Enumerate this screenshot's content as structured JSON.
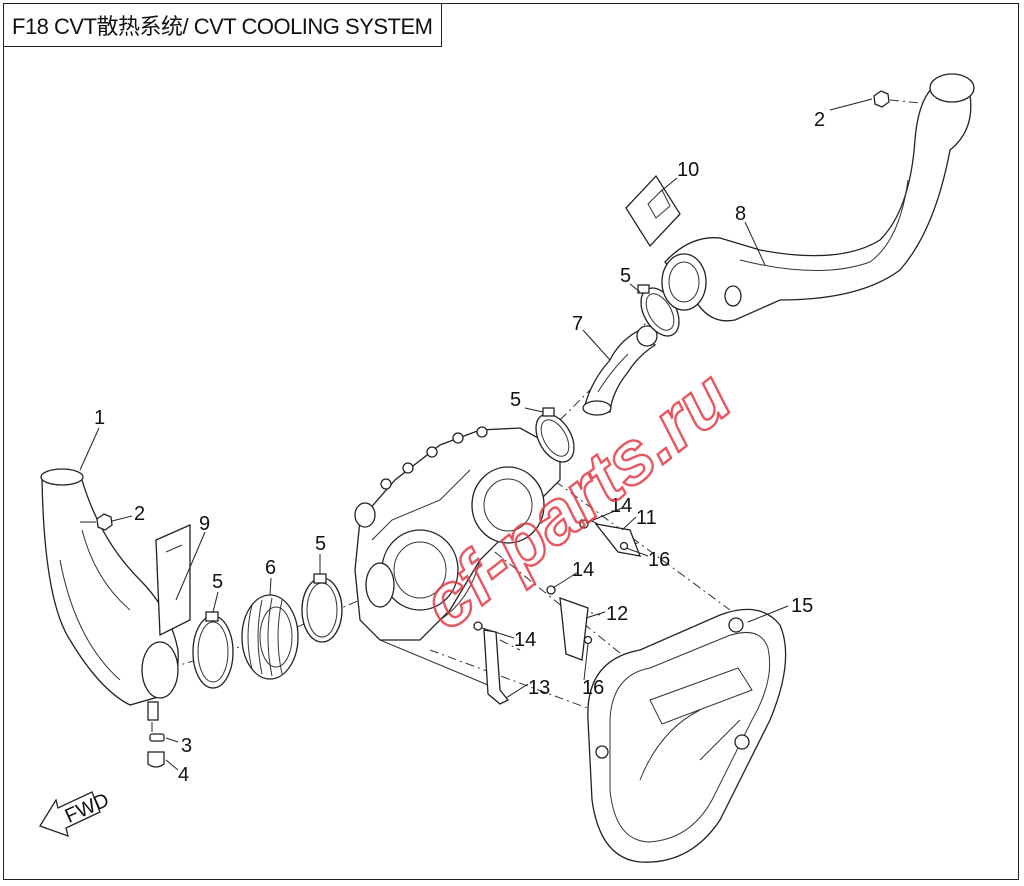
{
  "title": "F18 CVT散热系统/ CVT COOLING SYSTEM",
  "fwd_label": "FWD",
  "watermark": "cf-parts.ru",
  "callouts": [
    {
      "id": "c1",
      "text": "1"
    },
    {
      "id": "c2a",
      "text": "2"
    },
    {
      "id": "c2b",
      "text": "2"
    },
    {
      "id": "c3",
      "text": "3"
    },
    {
      "id": "c4",
      "text": "4"
    },
    {
      "id": "c5a",
      "text": "5"
    },
    {
      "id": "c5b",
      "text": "5"
    },
    {
      "id": "c5c",
      "text": "5"
    },
    {
      "id": "c5d",
      "text": "5"
    },
    {
      "id": "c6",
      "text": "6"
    },
    {
      "id": "c7",
      "text": "7"
    },
    {
      "id": "c8",
      "text": "8"
    },
    {
      "id": "c9",
      "text": "9"
    },
    {
      "id": "c10",
      "text": "10"
    },
    {
      "id": "c11",
      "text": "11"
    },
    {
      "id": "c12",
      "text": "12"
    },
    {
      "id": "c13",
      "text": "13"
    },
    {
      "id": "c14a",
      "text": "14"
    },
    {
      "id": "c14b",
      "text": "14"
    },
    {
      "id": "c14c",
      "text": "14"
    },
    {
      "id": "c15",
      "text": "15"
    },
    {
      "id": "c16a",
      "text": "16"
    },
    {
      "id": "c16b",
      "text": "16"
    }
  ]
}
